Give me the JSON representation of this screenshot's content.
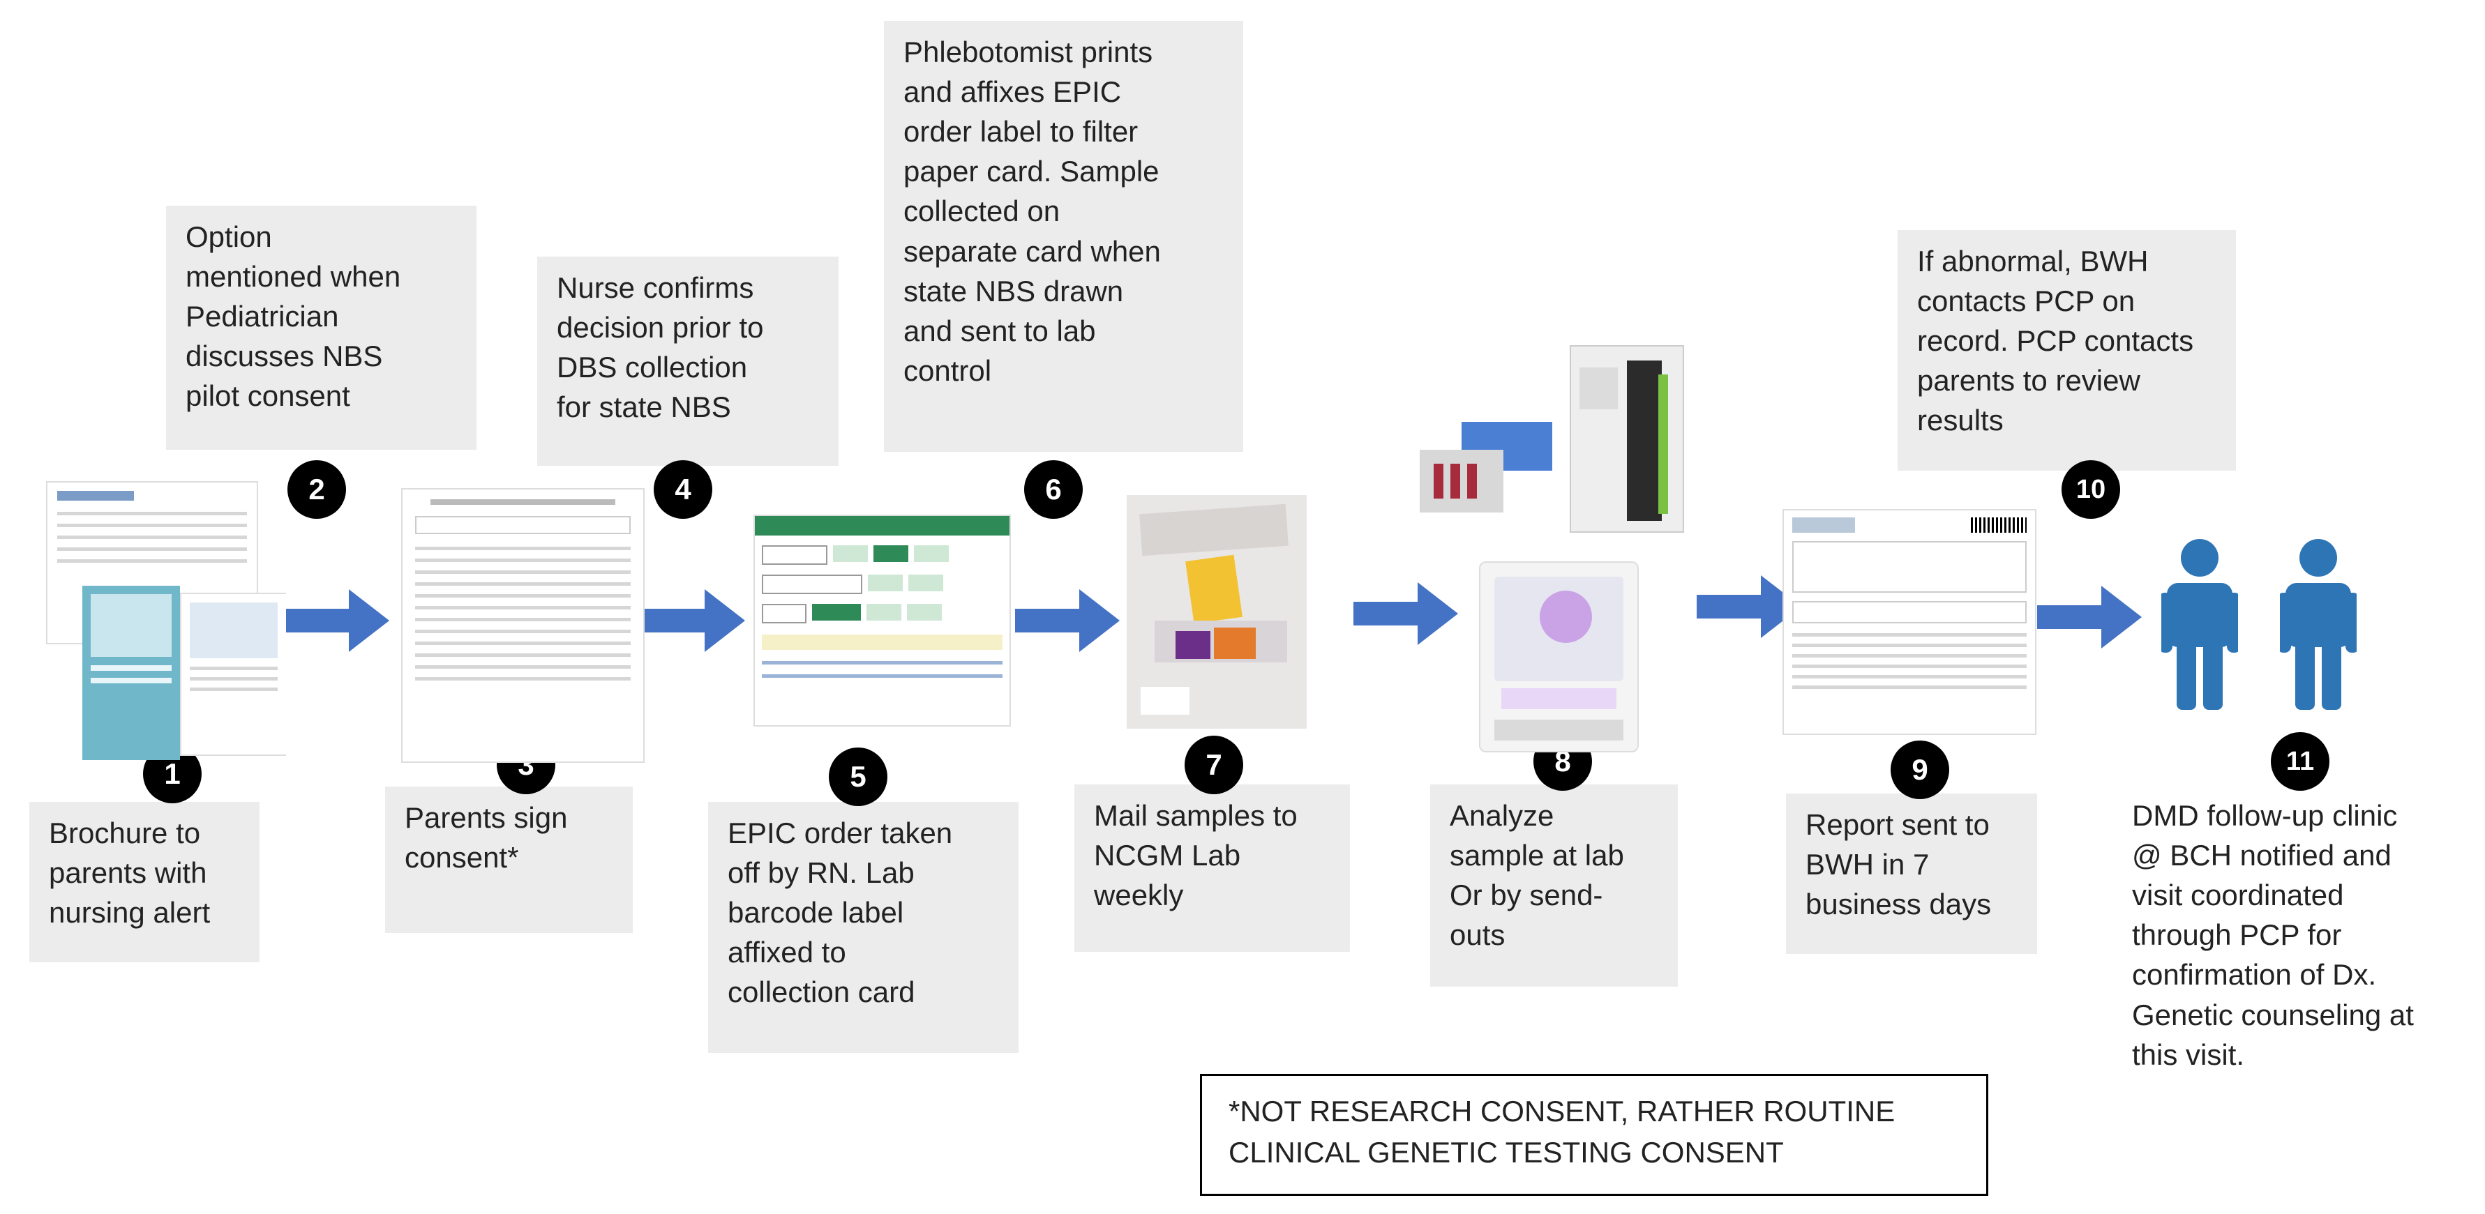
{
  "steps": [
    {
      "number": "1",
      "text": "Brochure to\nparents with\nnursing alert"
    },
    {
      "number": "2",
      "text": "Option\nmentioned when\nPediatrician\ndiscusses NBS\npilot consent"
    },
    {
      "number": "3",
      "text": "Parents sign\nconsent*"
    },
    {
      "number": "4",
      "text": "Nurse confirms\ndecision prior to\nDBS collection\nfor state NBS"
    },
    {
      "number": "5",
      "text": "EPIC order taken\noff by RN. Lab\nbarcode label\naffixed to\ncollection card"
    },
    {
      "number": "6",
      "text": "Phlebotomist prints\nand affixes EPIC\norder label to filter\npaper card.  Sample\ncollected on\nseparate card when\nstate NBS drawn\nand sent to lab\ncontrol"
    },
    {
      "number": "7",
      "text": "Mail samples to\nNCGM Lab\nweekly"
    },
    {
      "number": "8",
      "text": "Analyze\nsample at lab\nOr by send-\nouts"
    },
    {
      "number": "9",
      "text": "Report sent to\nBWH in 7\nbusiness days"
    },
    {
      "number": "10",
      "text": "If abnormal, BWH\ncontacts PCP on\nrecord. PCP contacts\nparents to review\nresults"
    },
    {
      "number": "11",
      "text": "DMD follow-up clinic\n@ BCH notified and\nvisit coordinated\nthrough PCP for\nconfirmation of Dx.\nGenetic counseling at\nthis visit."
    }
  ],
  "footnote": "*NOT RESEARCH CONSENT, RATHER ROUTINE\nCLINICAL GENETIC TESTING CONSENT",
  "colors": {
    "arrow": "#4472c4",
    "person": "#2e75b6",
    "box_fill": "#ececec",
    "badge": "#000000"
  }
}
